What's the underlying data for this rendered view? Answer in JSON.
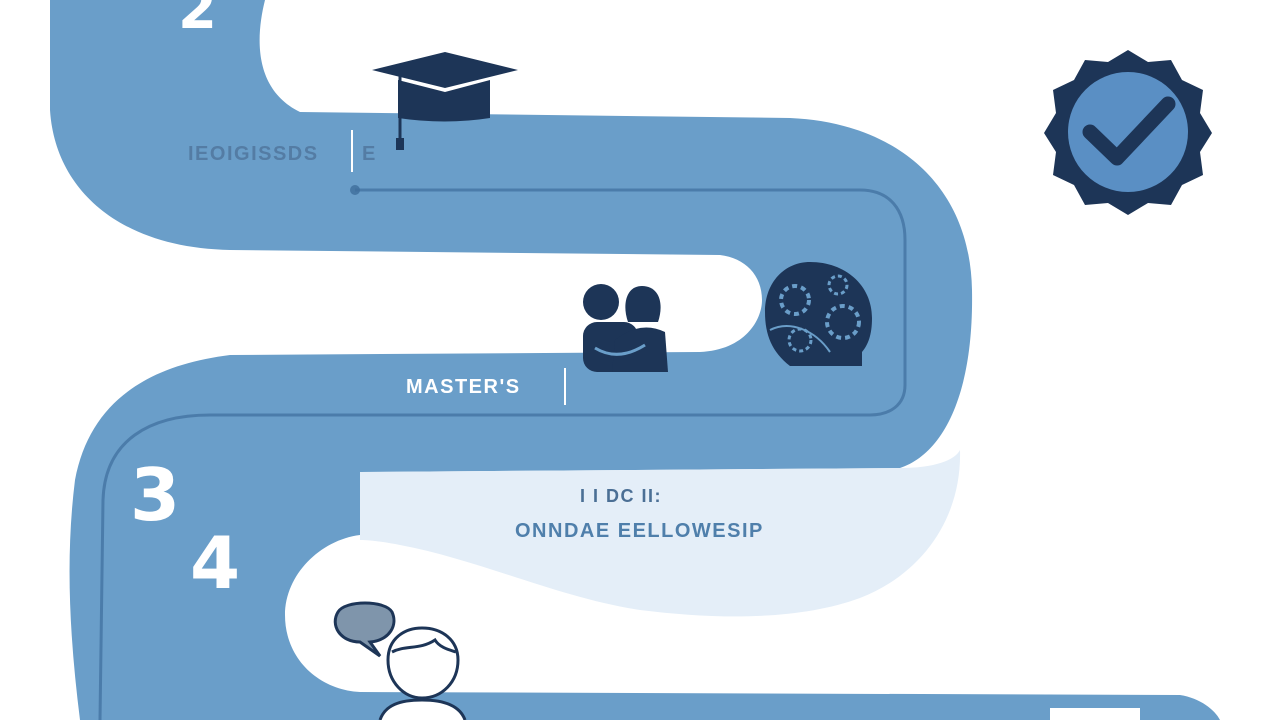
{
  "steps": [
    {
      "number": "2",
      "label": "IEOIGISSDS",
      "tick_text": "E"
    },
    {
      "label": "MASTER'S"
    },
    {
      "number": "3",
      "caption": "I I DC II:",
      "label": "ONNDAE EELLOWESIP"
    },
    {
      "number": "4"
    }
  ],
  "icons": [
    "graduation-cap-icon",
    "verified-badge-icon",
    "people-icon",
    "brain-gears-icon",
    "speech-bubble-icon",
    "person-icon"
  ],
  "colors": {
    "road": "#6a9ec9",
    "road_light": "#e4eef8",
    "navy": "#1d3557",
    "line": "#4f7fab"
  }
}
